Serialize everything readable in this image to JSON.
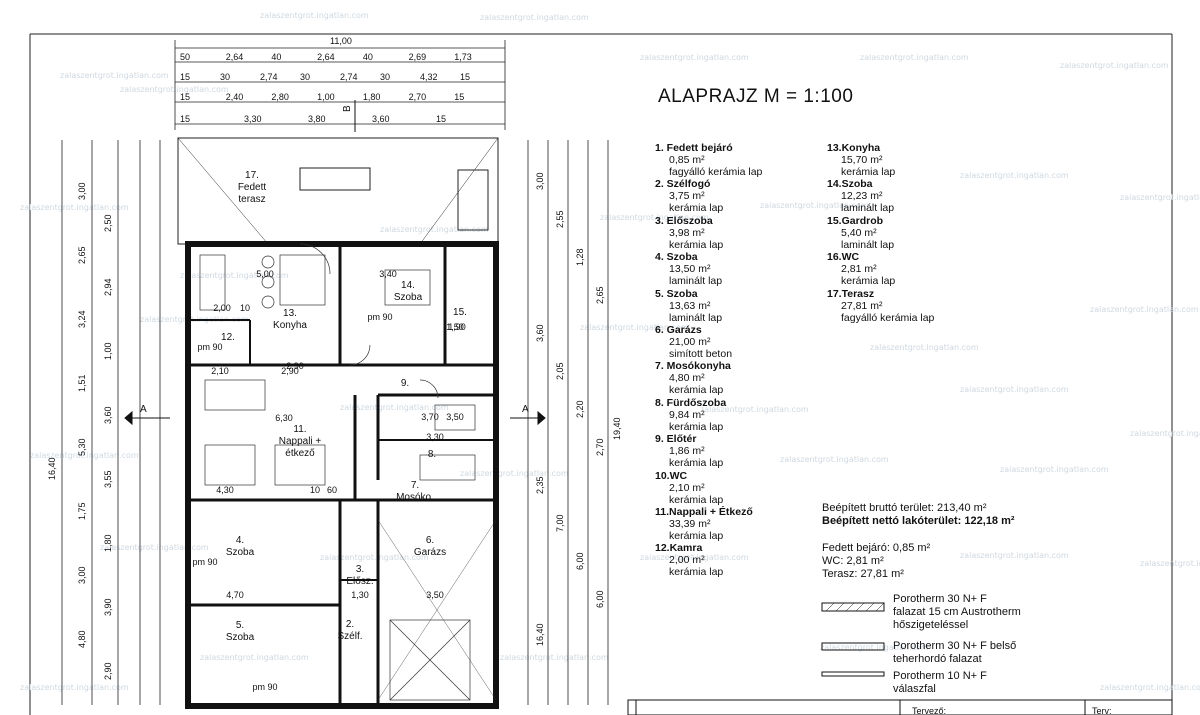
{
  "title": "ALAPRAJZ  M = 1:100",
  "watermark": "zalaszentgrot.ingatlan.com",
  "dimensions": {
    "total_width": "11,00",
    "row1": [
      "50",
      "2,64",
      "40",
      "2,64",
      "40",
      "2,69",
      "1,73"
    ],
    "row2": [
      "15",
      "30",
      "2,74",
      "30",
      "2,74",
      "30",
      "4,32",
      "15"
    ],
    "row3": [
      "15",
      "2,40",
      "2,80",
      "1,00",
      "1,80",
      "2,70",
      "15"
    ],
    "row4": [
      "15",
      "3,30",
      "3,80",
      "3,60",
      "15"
    ],
    "left_total": "16,40",
    "right_total": "19,40",
    "left_vals": [
      "3,00",
      "2,50",
      "2,65",
      "2,94",
      "3,24",
      "1,00",
      "1,51",
      "3,60",
      "5,30",
      "3,55",
      "1,75",
      "1,80",
      "3,00",
      "3,90",
      "4,80",
      "2,90"
    ],
    "right_vals": [
      "3,00",
      "2,55",
      "1,28",
      "2,65",
      "3,60",
      "2,05",
      "2,20",
      "2,70",
      "2,35",
      "7,00",
      "6,00",
      "6,00",
      "16,40"
    ]
  },
  "plan_labels": {
    "terasz": "17.\nFedett\nterasz",
    "konyha": "13.\nKonyha",
    "szoba14": "14.\nSzoba",
    "r15": "15.",
    "kamra": "12.",
    "r9": "9.",
    "nappali": "11.\nNappali +\nétkező",
    "r8": "8.",
    "mosoko": "7.\nMosókо.",
    "szoba4": "4.\nSzoba",
    "eloszoba": "3.\nElősz.",
    "garazs": "6.\nGarázs",
    "szoba5": "5.\nSzoba",
    "szelf": "2.\nSzélf.",
    "inner_dims": [
      "5,00",
      "2,00",
      "10",
      "2,90",
      "3,40",
      "1,50",
      "2,10",
      "2,90",
      "6,30",
      "3,30",
      "4,30",
      "10",
      "60",
      "4,70",
      "1,30",
      "3,50",
      "3,70",
      "3,50",
      "1,90",
      "pm 90",
      "pm 90",
      "pm 90",
      "pm 90"
    ],
    "section_a": "A",
    "section_b": "B"
  },
  "rooms_col1": [
    {
      "name": "1. Fedett bejáró",
      "area": "0,85 m²",
      "floor": "fagyálló kerámia lap"
    },
    {
      "name": "2. Szélfogó",
      "area": "3,75 m²",
      "floor": "kerámia lap"
    },
    {
      "name": "3. Előszoba",
      "area": "3,98 m²",
      "floor": "kerámia lap"
    },
    {
      "name": "4. Szoba",
      "area": "13,50 m²",
      "floor": "laminált lap"
    },
    {
      "name": "5. Szoba",
      "area": "13,63 m²",
      "floor": "laminált lap"
    },
    {
      "name": "6. Garázs",
      "area": "21,00 m²",
      "floor": "simított beton"
    },
    {
      "name": "7. Mosókonyha",
      "area": "4,80 m²",
      "floor": "kerámia lap"
    },
    {
      "name": "8. Fürdőszoba",
      "area": "9,84 m²",
      "floor": "kerámia lap"
    },
    {
      "name": "9. Előtér",
      "area": "1,86 m²",
      "floor": "kerámia lap"
    },
    {
      "name": "10.WC",
      "area": "2,10 m²",
      "floor": "kerámia lap"
    },
    {
      "name": "11.Nappali + Étkező",
      "area": "33,39 m²",
      "floor": "kerámia lap"
    },
    {
      "name": "12.Kamra",
      "area": "2,00 m²",
      "floor": "kerámia lap"
    }
  ],
  "rooms_col2": [
    {
      "name": "13.Konyha",
      "area": "15,70 m²",
      "floor": "kerámia lap"
    },
    {
      "name": "14.Szoba",
      "area": "12,23 m²",
      "floor": "laminált lap"
    },
    {
      "name": "15.Gardrob",
      "area": "5,40 m²",
      "floor": "laminált lap"
    },
    {
      "name": "16.WC",
      "area": "2,81 m²",
      "floor": "kerámia lap"
    },
    {
      "name": "17.Terasz",
      "area": "27,81 m²",
      "floor": "fagyálló kerámia lap"
    }
  ],
  "totals": {
    "brutto": "Beépített bruttó terület: 213,40 m²",
    "netto": "Beépített nettó lakóterület:  122,18  m²"
  },
  "extras": {
    "bejaro": "Fedett bejáró:  0,85 m²",
    "wc": "WC:  2,81 m²",
    "terasz": "Terasz: 27,81 m²"
  },
  "legend": [
    {
      "text1": "Porotherm 30 N+ F",
      "text2": "falazat 15 cm  Austrotherm",
      "text3": "hőszigeteléssel"
    },
    {
      "text1": "Porotherm 30 N+ F belső",
      "text2": "teherhordó falazat",
      "text3": ""
    },
    {
      "text1": "Porotherm 10 N+ F",
      "text2": "válaszfal",
      "text3": ""
    }
  ],
  "titleblock": {
    "t1": "Tervező:",
    "t2": "Terv:"
  }
}
